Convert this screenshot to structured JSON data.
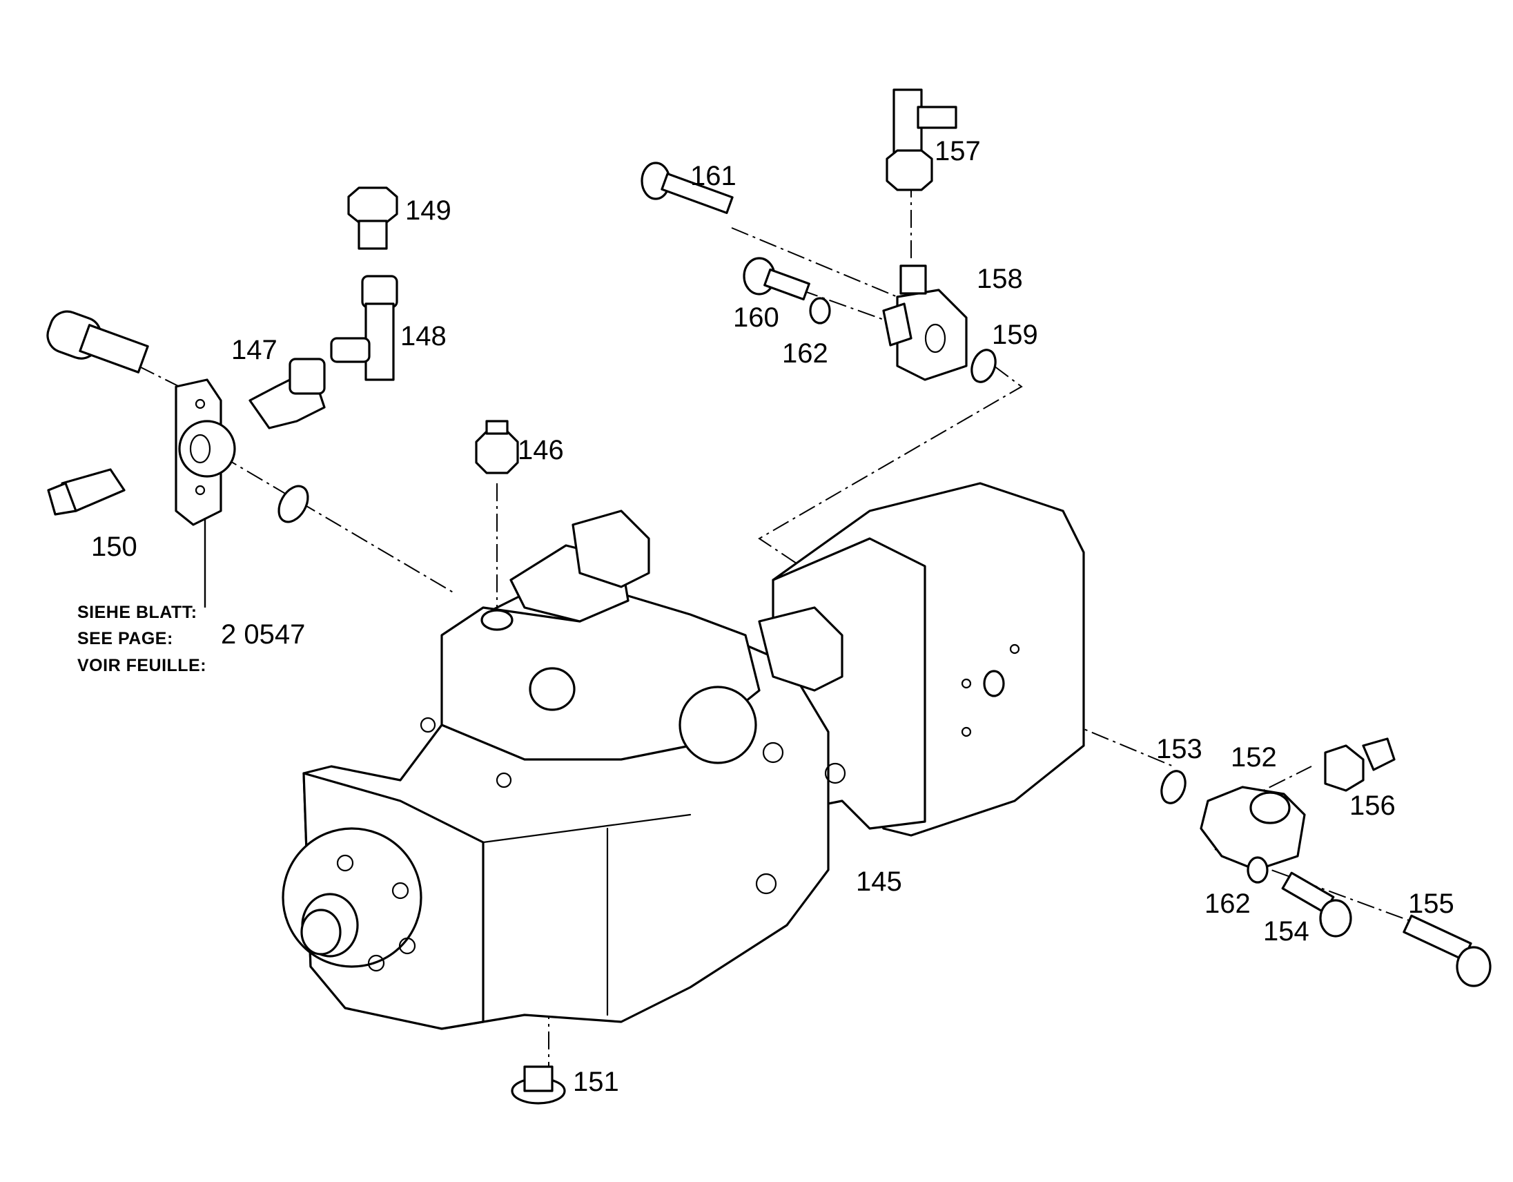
{
  "diagram": {
    "callouts": {
      "p145": "145",
      "p146": "146",
      "p147": "147",
      "p148": "148",
      "p149": "149",
      "p150": "150",
      "p151": "151",
      "p152": "152",
      "p153": "153",
      "p154": "154",
      "p155": "155",
      "p156": "156",
      "p157": "157",
      "p158": "158",
      "p159": "159",
      "p160": "160",
      "p161": "161",
      "p162a": "162",
      "p162b": "162"
    },
    "reference_note": {
      "line_de": "SIEHE BLATT:",
      "line_en": "SEE PAGE:",
      "line_fr": "VOIR FEUILLE:",
      "page_number": "2 0547"
    }
  }
}
